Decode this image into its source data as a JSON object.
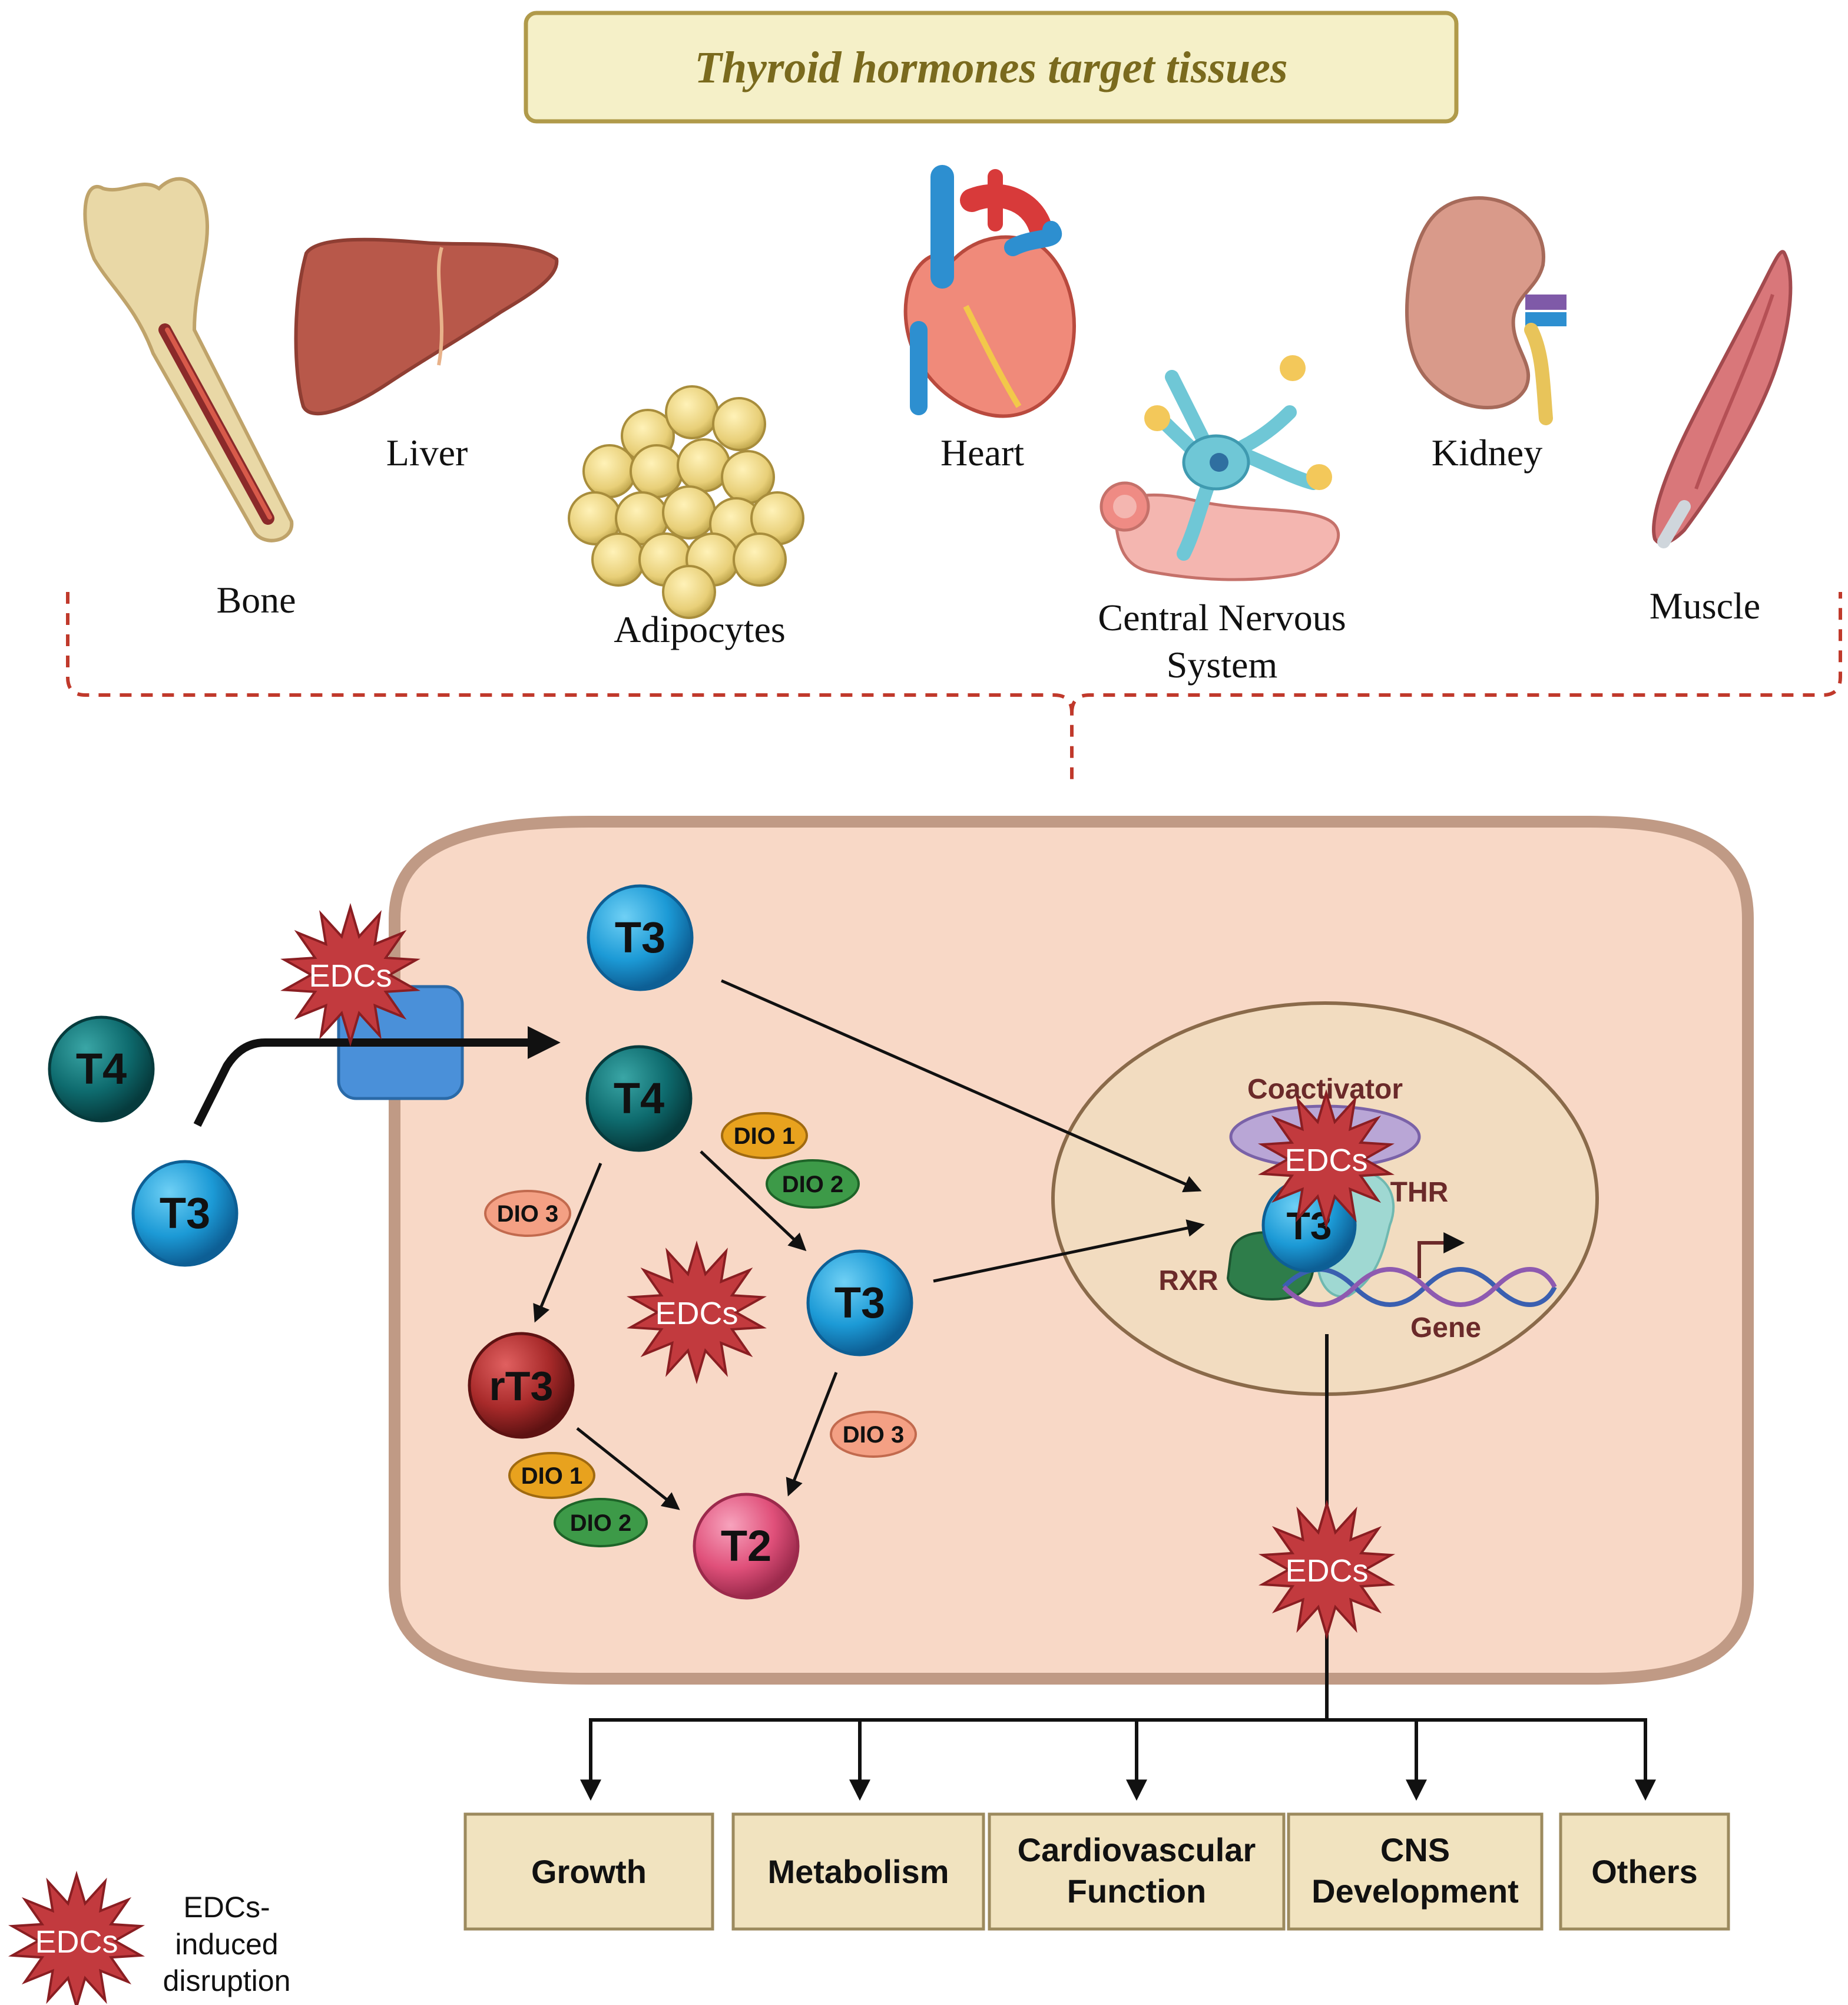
{
  "title": "Thyroid hormones target tissues",
  "tissues": {
    "bone": "Bone",
    "liver": "Liver",
    "adipocytes": "Adipocytes",
    "heart": "Heart",
    "cns_line1": "Central Nervous",
    "cns_line2": "System",
    "kidney": "Kidney",
    "muscle": "Muscle"
  },
  "molecules": {
    "t4_outside": "T4",
    "t3_outside": "T3",
    "t3_inside_top": "T3",
    "t4_inside": "T4",
    "t3_inside": "T3",
    "rt3": "rT3",
    "t2": "T2",
    "t3_nucleus": "T3"
  },
  "enzymes": {
    "dio1_a": "DIO 1",
    "dio2_a": "DIO 2",
    "dio3_a": "DIO 3",
    "dio3_b": "DIO 3",
    "dio1_b": "DIO 1",
    "dio2_b": "DIO 2"
  },
  "edcs": {
    "transporter": "EDCs",
    "cytoplasm": "EDCs",
    "nucleus": "EDCs",
    "signaling": "EDCs",
    "legend": "EDCs"
  },
  "nucleus": {
    "coactivator": "Coactivator",
    "thr": "THR",
    "rxr": "RXR",
    "gene": "Gene"
  },
  "outcomes": [
    {
      "line1": "Growth",
      "line2": ""
    },
    {
      "line1": "Metabolism",
      "line2": ""
    },
    {
      "line1": "Cardiovascular",
      "line2": "Function"
    },
    {
      "line1": "CNS",
      "line2": "Development"
    },
    {
      "line1": "Others",
      "line2": ""
    }
  ],
  "legend": {
    "line1": "EDCs-",
    "line2": "induced",
    "line3": "disruption"
  },
  "colors": {
    "title_bg": "#f5f0c8",
    "title_border": "#b09a4a",
    "title_text": "#7a6a1e",
    "cell_fill": "#f8d8c6",
    "cell_border": "#c09a85",
    "nucleus_fill": "#f2dcc0",
    "nucleus_border": "#8a6a4a",
    "t3_blue": "#1c9ad6",
    "t4_teal": "#0e6b6e",
    "rt3_red": "#a82a2a",
    "t2_pink": "#e0507a",
    "dio1_orange": "#e8a21e",
    "dio2_green": "#3d9a48",
    "dio3_salmon": "#f4a084",
    "edc_red": "#c23a3e",
    "outcome_fill": "#f1e3bf",
    "dashed_red": "#c0392b"
  }
}
